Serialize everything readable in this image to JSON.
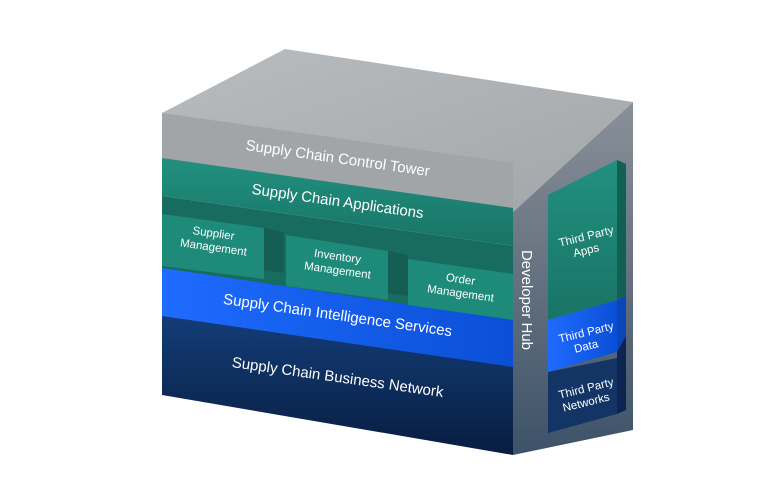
{
  "layers": {
    "control_tower": "Supply Chain Control Tower",
    "applications": "Supply Chain Applications",
    "intelligence_services": "Supply Chain Intelligence Services",
    "business_network": "Supply Chain Business Network",
    "developer_hub": "Developer Hub"
  },
  "applications_blocks": {
    "supplier": [
      "Supplier",
      "Management"
    ],
    "inventory": [
      "Inventory",
      "Management"
    ],
    "order": [
      "Order",
      "Management"
    ]
  },
  "third_party": {
    "apps": [
      "Third Party",
      "Apps"
    ],
    "data": [
      "Third Party",
      "Data"
    ],
    "networks": [
      "Third Party",
      "Networks"
    ]
  },
  "colors": {
    "control_tower": "#a7aaad",
    "applications": "#1f8a7d",
    "intelligence": "#0f62fe",
    "network": "#0b2a5c",
    "side_column": "#6a7580"
  }
}
